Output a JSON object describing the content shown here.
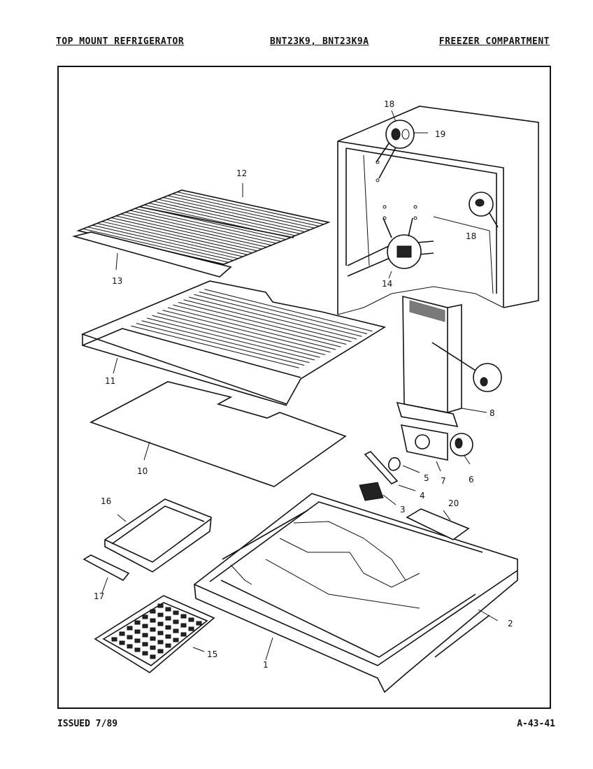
{
  "header": {
    "left": "TOP MOUNT REFRIGERATOR",
    "middle": "BNT23K9, BNT23K9A",
    "right": "FREEZER COMPARTMENT"
  },
  "footer": {
    "issued": "ISSUED 7/89",
    "code": "A-43-41"
  },
  "callouts": {
    "c1": "1",
    "c2": "2",
    "c3": "3",
    "c4": "4",
    "c5": "5",
    "c6": "6",
    "c7": "7",
    "c8": "8",
    "c10": "10",
    "c11": "11",
    "c12": "12",
    "c13": "13",
    "c14": "14",
    "c15": "15",
    "c16": "16",
    "c17": "17",
    "c18a": "18",
    "c18b": "18",
    "c19": "19",
    "c20": "20"
  }
}
